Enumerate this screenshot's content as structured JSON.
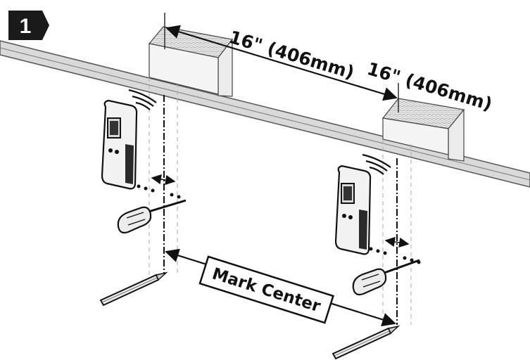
{
  "step": {
    "number": "1"
  },
  "labels": {
    "spacing_a": "16\" (406mm)",
    "spacing_b": "16\" (406mm)",
    "mark_center": "Mark Center"
  },
  "colors": {
    "ink": "#111111",
    "badge": "#1a1a1a",
    "panel": "#ffffff",
    "board": "#d9d9d9",
    "tool_body": "#f2f2f2"
  }
}
